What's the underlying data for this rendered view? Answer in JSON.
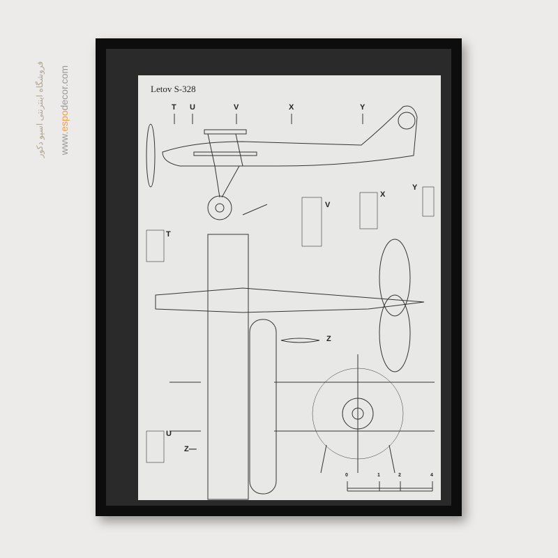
{
  "watermark": {
    "url_prefix": "www.",
    "url_highlight": "espo",
    "url_suffix": "decor.com",
    "persian": "فروشگاه اینترنتی اسپو دکور"
  },
  "poster": {
    "title": "Letov S-328",
    "section_marks": [
      "T",
      "U",
      "V",
      "X",
      "Y"
    ],
    "detail_labels": {
      "v": "V",
      "x": "X",
      "y": "Y",
      "t": "T",
      "z": "Z",
      "u": "U",
      "z2": "Z—"
    },
    "scale_ticks": [
      "0",
      "1",
      "2",
      "4"
    ]
  }
}
